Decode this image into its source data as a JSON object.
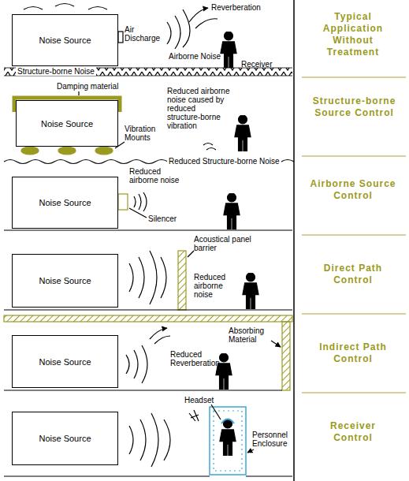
{
  "diagram": {
    "nodes": [
      {
        "text": [
          "Noise Source"
        ]
      },
      {
        "text": [
          "Noise Source"
        ]
      },
      {
        "text": [
          "Noise Source"
        ]
      },
      {
        "text": [
          "Noise Source"
        ]
      },
      {
        "text": [
          "Noise Source"
        ]
      },
      {
        "text": [
          "Noise Source"
        ]
      }
    ],
    "labels": [
      "Typical Application Without Treatment",
      "Air Discharge",
      "Reverberation",
      "Airborne Noise",
      "Receiver",
      "Structure-borne Noise",
      "Structure-borne Source Control",
      "Damping material",
      "Vibration Mounts",
      "Reduced airborne noise caused by reduced structure-borne vibration",
      "Reduced Structure-borne Noise",
      "Airborne Source Control",
      "Reduced airborne noise",
      "Silencer",
      "Direct Path Control",
      "Acoustical panel barrier",
      "Reduced airborne noise",
      "Indirect Path Control",
      "Absorbing Material",
      "Reduced Reverberation",
      "Receiver Control",
      "Headset",
      "Personnel Enclosure"
    ]
  }
}
